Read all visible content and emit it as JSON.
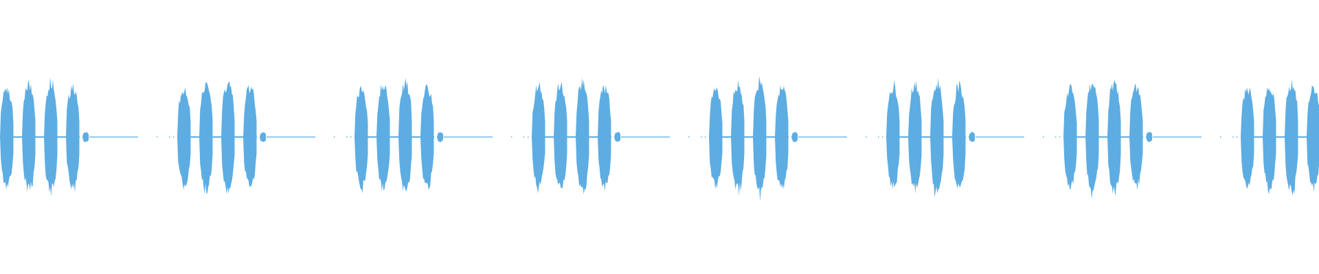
{
  "waveform": {
    "color": "#5dade2",
    "background": "#ffffff",
    "cycles": 8,
    "pattern": {
      "blocks_per_cycle": 4,
      "block_amplitudes": [
        0.78,
        0.84,
        0.88,
        0.8
      ],
      "tail_amplitude": 0.08,
      "baseline_amplitude": 0.01
    }
  }
}
